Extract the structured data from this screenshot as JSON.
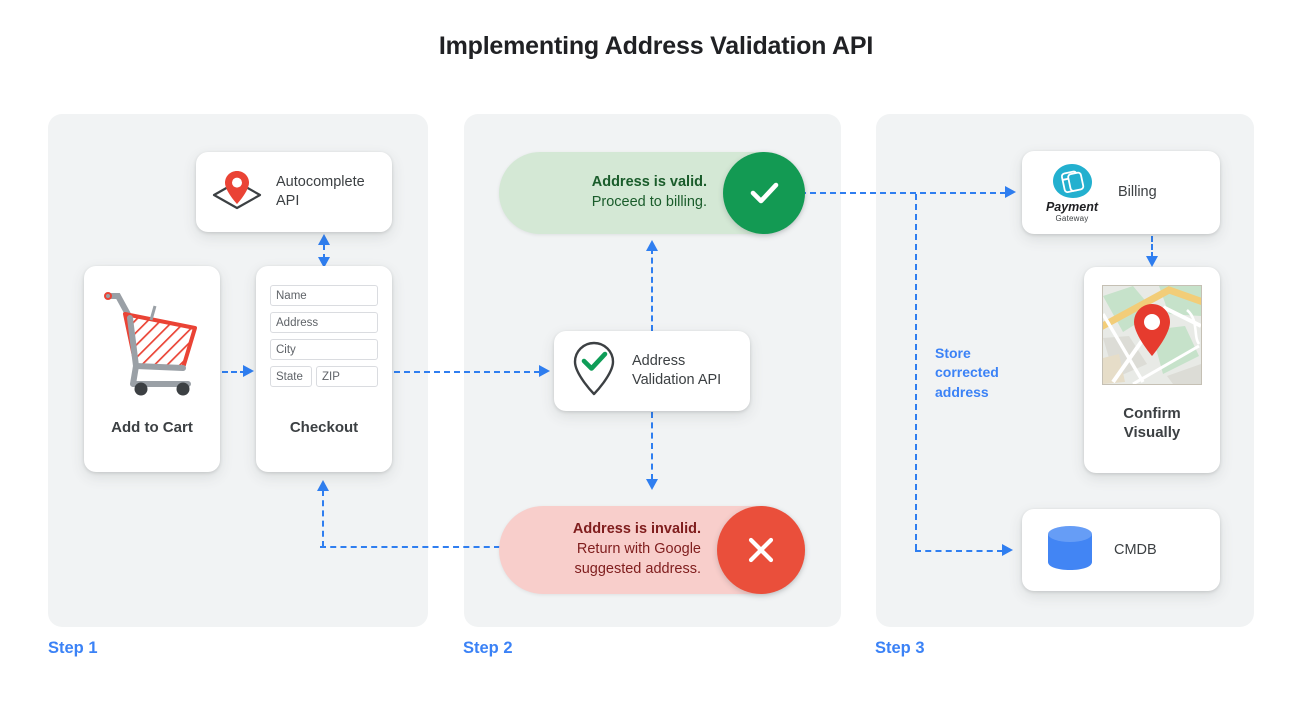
{
  "title": "Implementing Address Validation API",
  "steps": [
    {
      "label": "Step 1"
    },
    {
      "label": "Step 2"
    },
    {
      "label": "Step 3"
    }
  ],
  "step1": {
    "autocomplete_card": {
      "label_line1": "Autocomplete",
      "label_line2": "API",
      "icon": "map-pin-envelope-icon"
    },
    "add_to_cart_card": {
      "caption": "Add to Cart",
      "icon": "shopping-cart-icon"
    },
    "checkout_card": {
      "caption": "Checkout",
      "icon": "form-icon",
      "fields": [
        {
          "name": "name-field",
          "placeholder": "Name"
        },
        {
          "name": "address-field",
          "placeholder": "Address"
        },
        {
          "name": "city-field",
          "placeholder": "City"
        },
        {
          "name": "state-field",
          "placeholder": "State"
        },
        {
          "name": "zip-field",
          "placeholder": "ZIP"
        }
      ]
    }
  },
  "step2": {
    "valid_pill": {
      "line1": "Address is valid.",
      "line2": "Proceed to billing.",
      "badge_icon": "check-icon",
      "bg_color": "#d4e8d5",
      "badge_color": "#139a53",
      "text_color": "#1a5c2b"
    },
    "invalid_pill": {
      "line1": "Address is invalid.",
      "line2": "Return with Google",
      "line3": "suggested address.",
      "badge_icon": "close-x-icon",
      "bg_color": "#f8cecb",
      "badge_color": "#ea4f3b",
      "text_color": "#7f1d1d"
    },
    "validation_card": {
      "label_line1": "Address",
      "label_line2": "Validation API",
      "icon": "pin-check-icon"
    }
  },
  "step3": {
    "billing_card": {
      "label": "Billing",
      "logo_name": "Payment",
      "logo_sub": "Gateway",
      "icon": "payment-gateway-icon",
      "logo_color": "#23b0cf"
    },
    "confirm_card": {
      "caption_line1": "Confirm",
      "caption_line2": "Visually",
      "icon": "map-thumbnail-icon"
    },
    "cmdb_card": {
      "label": "CMDB",
      "icon": "database-cylinder-icon",
      "icon_color": "#4285f4"
    },
    "store_note_line1": "Store",
    "store_note_line2": "corrected",
    "store_note_line3": "address"
  },
  "theme": {
    "accent": "#3b82f6",
    "connector": "#2f7ef0",
    "panel_bg": "#f1f3f4",
    "card_bg": "#ffffff",
    "text": "#3c4043"
  }
}
